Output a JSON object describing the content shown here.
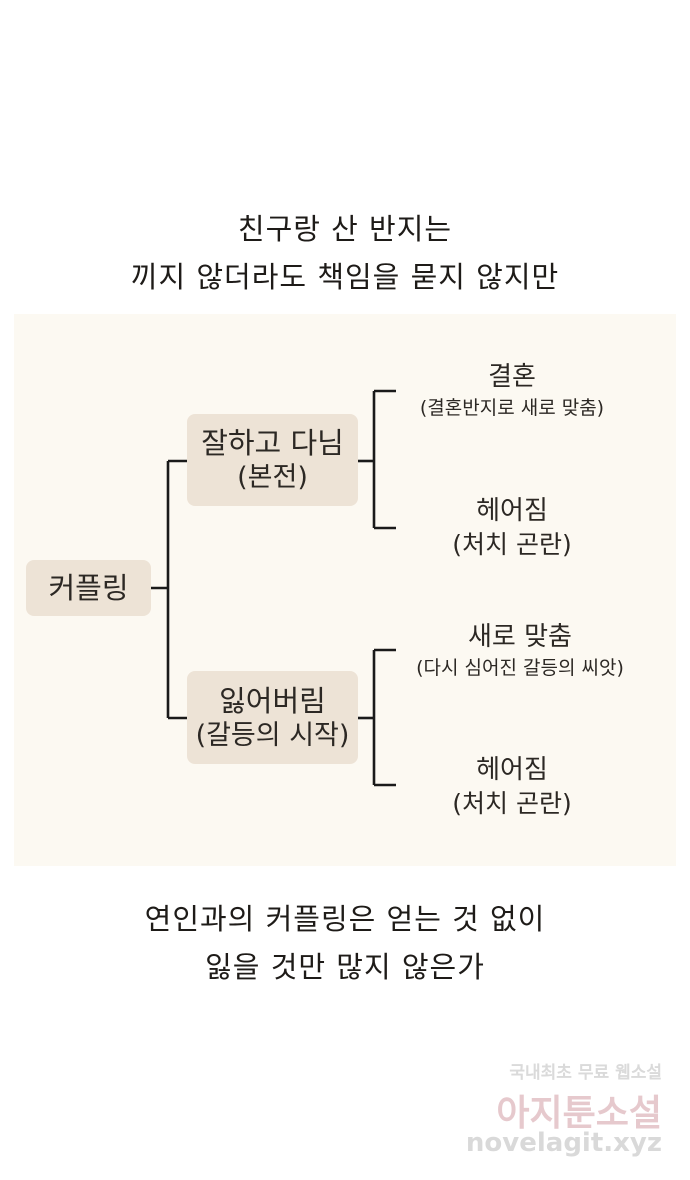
{
  "top_caption": {
    "line1": "친구랑 산 반지는",
    "line2": "끼지 않더라도 책임을 묻지 않지만"
  },
  "diagram": {
    "root": "커플링",
    "branches": [
      {
        "label": "잘하고 다님",
        "sub": "(본전)",
        "leaves": [
          {
            "label": "결혼",
            "sub": "(결혼반지로 새로 맞춤)"
          },
          {
            "label": "헤어짐",
            "sub": "(처치 곤란)"
          }
        ]
      },
      {
        "label": "잃어버림",
        "sub": "(갈등의 시작)",
        "leaves": [
          {
            "label": "새로 맞춤",
            "sub": "(다시 심어진 갈등의 씨앗)"
          },
          {
            "label": "헤어짐",
            "sub": "(처치 곤란)"
          }
        ]
      }
    ]
  },
  "bottom_caption": {
    "line1": "연인과의 커플링은 얻는 것 없이",
    "line2": "잃을 것만 많지 않은가"
  },
  "watermark": {
    "line1": "국내최초 무료 웹소설",
    "line2": "아지툰소설",
    "line3": "novelagit.xyz"
  },
  "colors": {
    "panel_bg": "#fcf9f2",
    "box_bg": "#ede3d6",
    "line": "#1a1a1a"
  }
}
